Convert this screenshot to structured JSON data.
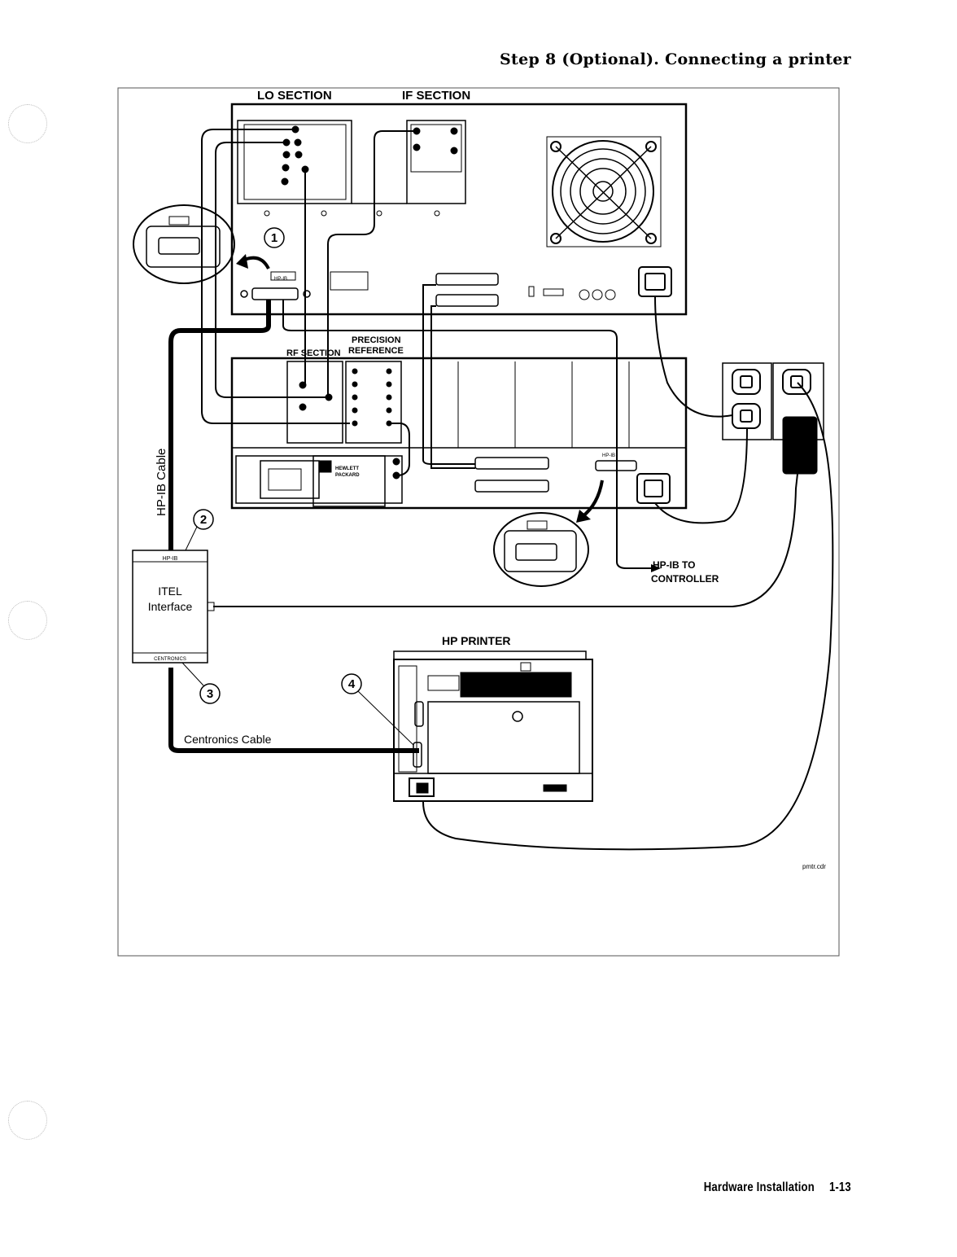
{
  "header": {
    "title": "Step 8 (Optional).  Connecting a printer"
  },
  "footer": {
    "section": "Hardware Installation",
    "page": "1-13"
  },
  "diagram": {
    "labels": {
      "lo_section": "LO SECTION",
      "if_section": "IF SECTION",
      "precision_reference": "PRECISION",
      "precision_reference_2": "REFERENCE",
      "rf_section": "RF SECTION",
      "hpib_cable": "HP-IB Cable",
      "itel_1": "ITEL",
      "itel_2": "Interface",
      "centronics_cable": "Centronics Cable",
      "hp_printer": "HP PRINTER",
      "hpib_to": "HP-IB TO",
      "controller": "CONTROLLER",
      "file_ref": "pmtr.cdr",
      "hpib_tag": "HP-IB",
      "centronics_tag": "CENTRONICS",
      "hewlett": "HEWLETT",
      "packard": "PACKARD"
    },
    "callouts": [
      "1",
      "2",
      "3",
      "4"
    ]
  }
}
